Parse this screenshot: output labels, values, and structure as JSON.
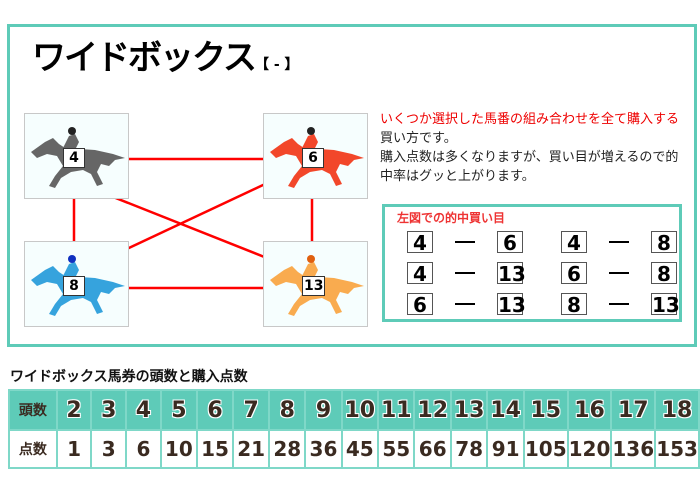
{
  "title": "ワイドボックス",
  "title_bracket": "【 - 】",
  "description": {
    "red": "いくつか選択した馬番の組み合わせを全て購入する",
    "rest": "買い方です。",
    "line2": "購入点数は多くなりますが、買い目が増えるので的中率はグッと上がります。"
  },
  "horses": [
    {
      "number": "4",
      "color": "#666666"
    },
    {
      "number": "6",
      "color": "#f2472a"
    },
    {
      "number": "8",
      "color": "#36a3dd"
    },
    {
      "number": "13",
      "color": "#f9ab4f"
    }
  ],
  "connection_color": "#ff0000",
  "hits": {
    "title": "左図での的中買い目",
    "pairs": [
      [
        "4",
        "6"
      ],
      [
        "4",
        "8"
      ],
      [
        "4",
        "13"
      ],
      [
        "6",
        "8"
      ],
      [
        "6",
        "13"
      ],
      [
        "8",
        "13"
      ]
    ]
  },
  "table": {
    "title": "ワイドボックス馬券の頭数と購入点数",
    "row1_label": "頭数",
    "row2_label": "点数",
    "heads": [
      "2",
      "3",
      "4",
      "5",
      "6",
      "7",
      "8",
      "9",
      "10",
      "11",
      "12",
      "13",
      "14",
      "15",
      "16",
      "17",
      "18"
    ],
    "points": [
      "1",
      "3",
      "6",
      "10",
      "15",
      "21",
      "28",
      "36",
      "45",
      "55",
      "66",
      "78",
      "91",
      "105",
      "120",
      "136",
      "153"
    ]
  },
  "accent_color": "#5ecbb8"
}
